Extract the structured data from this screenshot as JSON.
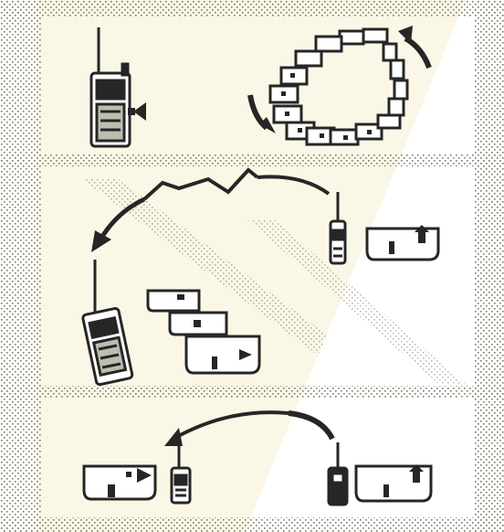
{
  "colors": {
    "background": "#ffffff",
    "cream_wedge": "#fbf7e6",
    "dots": "#7a7a6a",
    "ink": "#262626"
  },
  "panels": [
    {
      "name": "panel-scan",
      "icons": [
        "walkie-talkie-icon",
        "speaker-icon",
        "channel-carousel-icon",
        "rotate-arrow-icon"
      ]
    },
    {
      "name": "panel-receive",
      "icons": [
        "lightning-bolt-icon",
        "small-radio-icon",
        "lcd-display-icon",
        "curved-arrow-icon",
        "walkie-talkie-icon",
        "channel-stack-icon"
      ]
    },
    {
      "name": "panel-link",
      "icons": [
        "lcd-display-icon",
        "small-radio-icon",
        "curved-arrow-icon",
        "small-radio-icon",
        "lcd-display-icon"
      ]
    }
  ]
}
